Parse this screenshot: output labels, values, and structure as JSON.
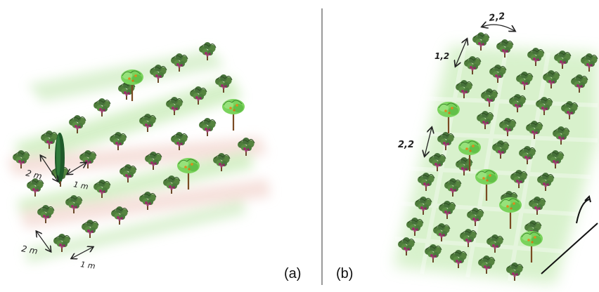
{
  "panels": [
    {
      "label": "(a)",
      "annotations": [
        "2 m",
        "1 m",
        "2 m",
        "1 m"
      ]
    },
    {
      "label": "(b)",
      "annotations": [
        "2,2",
        "1,2",
        "2,2"
      ]
    }
  ],
  "colors": {
    "foliage": "#4f7d3c",
    "fruit": "#9c2f6b",
    "trunk": "#6b4a2b",
    "strip_green": "#bfe6b0",
    "strip_red": "#f3d6d0",
    "tree_canopy": "#7ad35c",
    "cypress": "#1f5a2a"
  },
  "icons": [
    "grapevine-icon",
    "fruit-tree-icon",
    "cypress-tree-icon",
    "double-arrow-icon"
  ]
}
